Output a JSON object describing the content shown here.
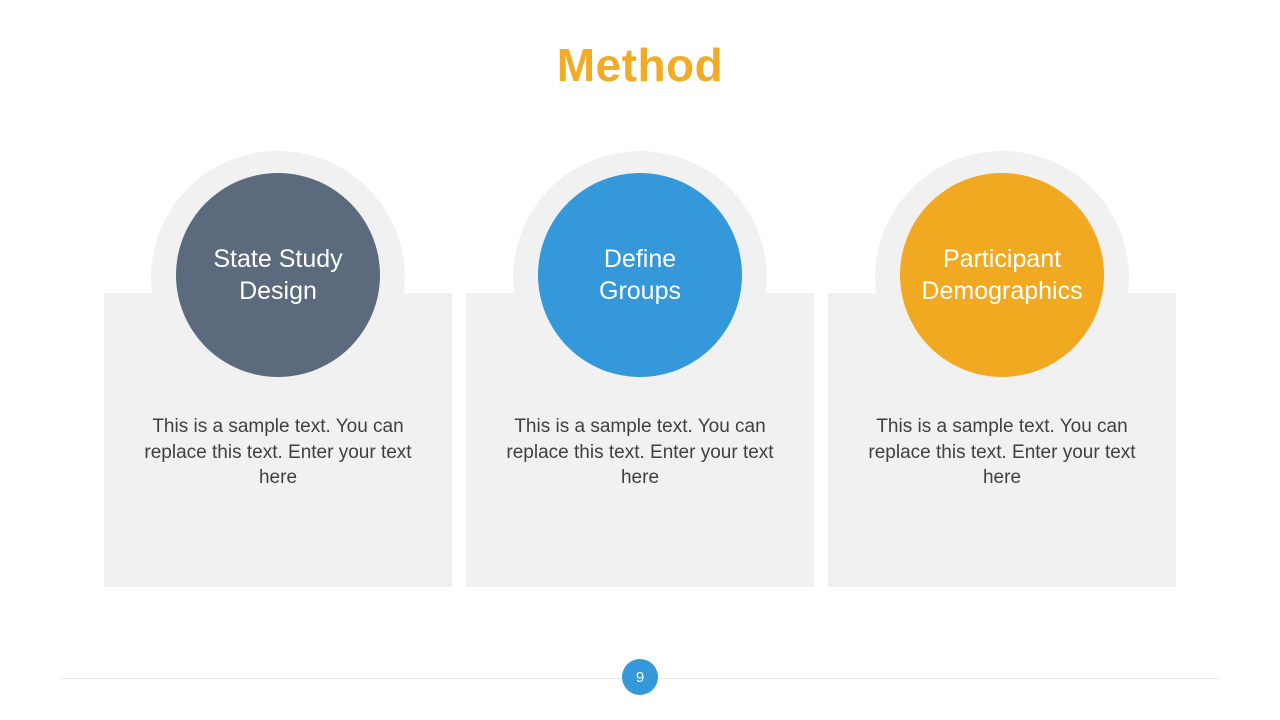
{
  "slide": {
    "title": "Method",
    "title_color": "#F2AB27",
    "background_color": "#FFFFFF"
  },
  "columns": [
    {
      "circle_label": "State Study\nDesign",
      "circle_color": "#5B6B7D",
      "ring_color": "#F1F1F1",
      "panel_color": "#F1F1F1",
      "body_text": "This is a sample text. You can replace this text. Enter your text here"
    },
    {
      "circle_label": "Define\nGroups",
      "circle_color": "#3498DB",
      "ring_color": "#F1F1F1",
      "panel_color": "#F1F1F1",
      "body_text": "This is a sample text. You can replace this text. Enter your text here"
    },
    {
      "circle_label": "Participant\nDemographics",
      "circle_color": "#F2A922",
      "ring_color": "#F1F1F1",
      "panel_color": "#F1F1F1",
      "body_text": "This is a sample text. You can replace this text. Enter your text here"
    }
  ],
  "footer": {
    "page_number": "9",
    "badge_color": "#3498DB",
    "rule_color": "#E6E6E6"
  }
}
